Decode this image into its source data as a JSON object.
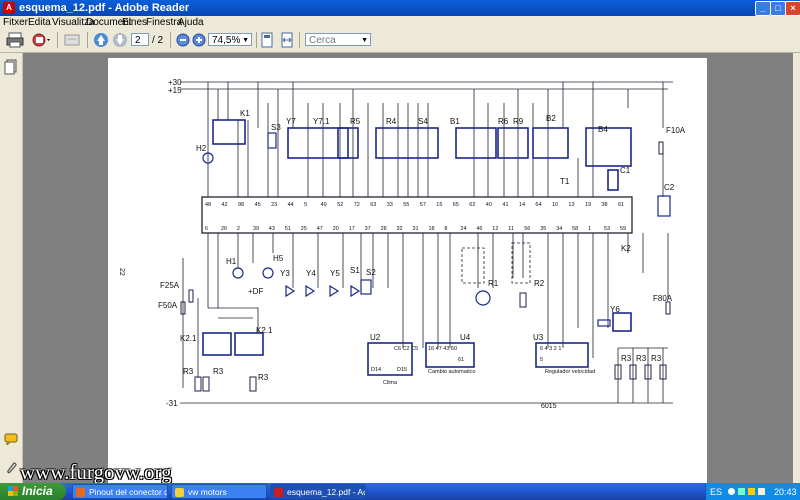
{
  "window": {
    "title": "esquema_12.pdf - Adobe Reader",
    "app_icon": "A"
  },
  "menu": [
    "Fitxer",
    "Edita",
    "Visualitza",
    "Document",
    "Eines",
    "Finestra",
    "Ajuda"
  ],
  "toolbar": {
    "page_current": "2",
    "page_total": "/ 2",
    "zoom": "74,5%",
    "search_placeholder": "Cerca"
  },
  "page": {
    "side_number": "22",
    "watermark": "www.furgovw.org"
  },
  "schematic": {
    "rails": [
      "+30",
      "+15",
      "-31"
    ],
    "top_components": [
      "K1",
      "H2",
      "S3",
      "Y7",
      "Y7.1",
      "R5",
      "R4",
      "S4",
      "B1",
      "R6",
      "R9",
      "B2",
      "B4",
      "F10A",
      "C1",
      "T1",
      "C2"
    ],
    "connector_top_pins": [
      "48",
      "42",
      "98",
      "45",
      "23",
      "44",
      "5",
      "49",
      "52",
      "72",
      "63",
      "33",
      "55",
      "57",
      "15",
      "65",
      "62",
      "40",
      "41",
      "14",
      "64",
      "10",
      "13",
      "19",
      "38",
      "61"
    ],
    "connector_bottom_pins": [
      "6",
      "26",
      "2",
      "39",
      "43",
      "51",
      "25",
      "47",
      "20",
      "17",
      "37",
      "28",
      "32",
      "31",
      "18",
      "8",
      "24",
      "46",
      "12",
      "11",
      "56",
      "35",
      "34",
      "58",
      "1",
      "53",
      "59"
    ],
    "lower_components": [
      "H1",
      "+DF",
      "H5",
      "Y3",
      "Y4",
      "Y5",
      "S1",
      "S2",
      "R1",
      "R2",
      "K2",
      "F80A",
      "Y6",
      "F25A",
      "F50A",
      "K2.1",
      "K2.1",
      "R3",
      "R3",
      "R3",
      "R3",
      "R3",
      "R3"
    ],
    "modules": [
      {
        "id": "U2",
        "pins": "C6 C2 C5",
        "pins2": "D14",
        "pins3": "D15",
        "caption": "Clima"
      },
      {
        "id": "U4",
        "pins": "16 47 43 60",
        "pins2": "61",
        "caption": "Cambio automatico"
      },
      {
        "id": "U3",
        "pins": "6 4 3 2 1",
        "pins2": "5",
        "caption": "Regulador velocidad"
      }
    ],
    "reference": "6015"
  },
  "taskbar": {
    "start": "Inicia",
    "tasks": [
      {
        "label": "Pinout del conector d...",
        "color": "#e66a1c"
      },
      {
        "label": "vw motors",
        "color": "#f3cf3c"
      },
      {
        "label": "esquema_12.pdf - Ad...",
        "color": "#cc2020"
      }
    ],
    "lang": "ES",
    "time": "20:43"
  }
}
